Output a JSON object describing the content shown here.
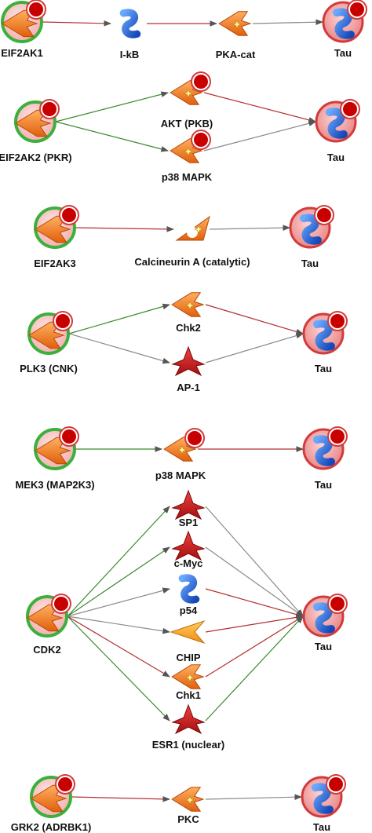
{
  "panels": [
    {
      "source": "EIF2AK1",
      "middles": [
        "I-kB",
        "PKA-cat"
      ],
      "target": "Tau"
    },
    {
      "source": "EIF2AK2 (PKR)",
      "middles": [
        "AKT (PKB)",
        "p38 MAPK"
      ],
      "target": "Tau"
    },
    {
      "source": "EIF2AK3",
      "middles": [
        "Calcineurin A (catalytic)"
      ],
      "target": "Tau"
    },
    {
      "source": "PLK3 (CNK)",
      "middles": [
        "Chk2",
        "AP-1"
      ],
      "target": "Tau"
    },
    {
      "source": "MEK3 (MAP2K3)",
      "middles": [
        "p38 MAPK"
      ],
      "target": "Tau"
    },
    {
      "source": "CDK2",
      "middles": [
        "SP1",
        "c-Myc",
        "p54",
        "CHIP",
        "Chk1",
        "ESR1 (nuclear)"
      ],
      "target": "Tau"
    },
    {
      "source": "GRK2 (ADRBK1)",
      "middles": [
        "PKC"
      ],
      "target": "Tau"
    }
  ],
  "colors": {
    "edge_activation": "#3a8a2a",
    "edge_inhibition": "#b33030",
    "edge_unspecified": "#8a8a8a",
    "kinase": "#f07a1c",
    "protein_tau": "#2a6ce0",
    "transcription_factor": "#c62020",
    "ring_green": "#3bb03b",
    "ring_red": "#d23b3b",
    "fill_pink": "#f2a0a0",
    "chip_enzyme": "#f5a623"
  }
}
